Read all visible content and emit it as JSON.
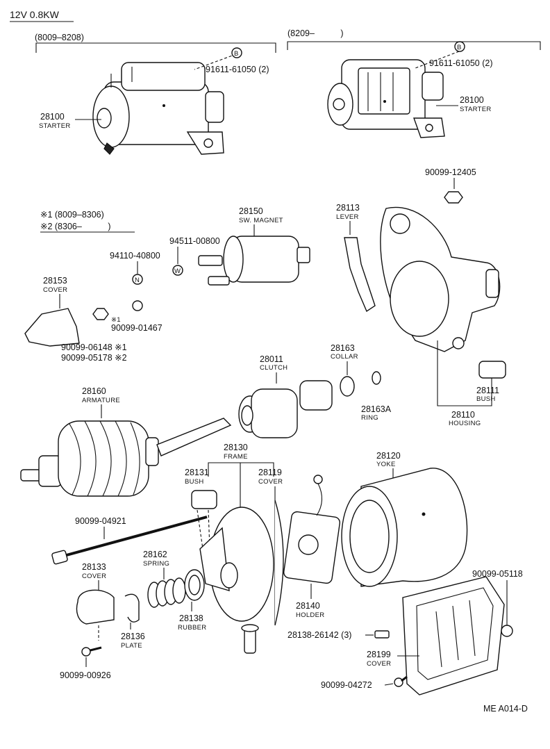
{
  "header": {
    "title": "12V 0.8KW"
  },
  "ranges": {
    "left": "(8009–8208)",
    "right": "(8209–   )"
  },
  "legend": {
    "note1": "※1 (8009–8306)",
    "note2": "※2 (8306–   )"
  },
  "parts": {
    "starter_left": {
      "number": "28100",
      "name": "STARTER"
    },
    "starter_right": {
      "number": "28100",
      "name": "STARTER"
    },
    "bolt_left": {
      "number": "91611-61050 (2)",
      "mark": "B"
    },
    "bolt_right": {
      "number": "91611-61050 (2)",
      "mark": "B"
    },
    "nut_12405": {
      "number": "90099-12405"
    },
    "sw_magnet": {
      "number": "28150",
      "name": "SW. MAGNET"
    },
    "washer_w": {
      "number": "94511-00800",
      "mark": "W"
    },
    "nut_n": {
      "number": "94110-40800",
      "mark": "N"
    },
    "lever": {
      "number": "28113",
      "name": "LEVER"
    },
    "cover_28153": {
      "number": "28153",
      "name": "COVER"
    },
    "nut_01467": {
      "number": "90099-01467",
      "mark": "※1"
    },
    "nut_06148": {
      "number": "90099-06148 ※1"
    },
    "nut_05178": {
      "number": "90099-05178 ※2"
    },
    "clutch": {
      "number": "28011",
      "name": "CLUTCH"
    },
    "collar": {
      "number": "28163",
      "name": "COLLAR"
    },
    "ring": {
      "number": "28163A",
      "name": "RING"
    },
    "bush_28111": {
      "number": "28111",
      "name": "BUSH"
    },
    "housing": {
      "number": "28110",
      "name": "HOUSING"
    },
    "armature": {
      "number": "28160",
      "name": "ARMATURE"
    },
    "frame": {
      "number": "28130",
      "name": "FRAME"
    },
    "bush_28131": {
      "number": "28131",
      "name": "BUSH"
    },
    "cover_28119": {
      "number": "28119",
      "name": "COVER"
    },
    "yoke": {
      "number": "28120",
      "name": "YOKE"
    },
    "bolt_04921": {
      "number": "90099-04921"
    },
    "cover_28133": {
      "number": "28133",
      "name": "COVER"
    },
    "spring": {
      "number": "28162",
      "name": "SPRING"
    },
    "rubber": {
      "number": "28138",
      "name": "RUBBER"
    },
    "plate": {
      "number": "28136",
      "name": "PLATE"
    },
    "holder": {
      "number": "28140",
      "name": "HOLDER"
    },
    "nut_05118": {
      "number": "90099-05118"
    },
    "brush_28138": {
      "number": "28138-26142 (3)"
    },
    "cover_28199": {
      "number": "28199",
      "name": "COVER"
    },
    "screw_00926": {
      "number": "90099-00926"
    },
    "screw_04272": {
      "number": "90099-04272"
    }
  },
  "footer": {
    "code": "ME A014-D"
  }
}
